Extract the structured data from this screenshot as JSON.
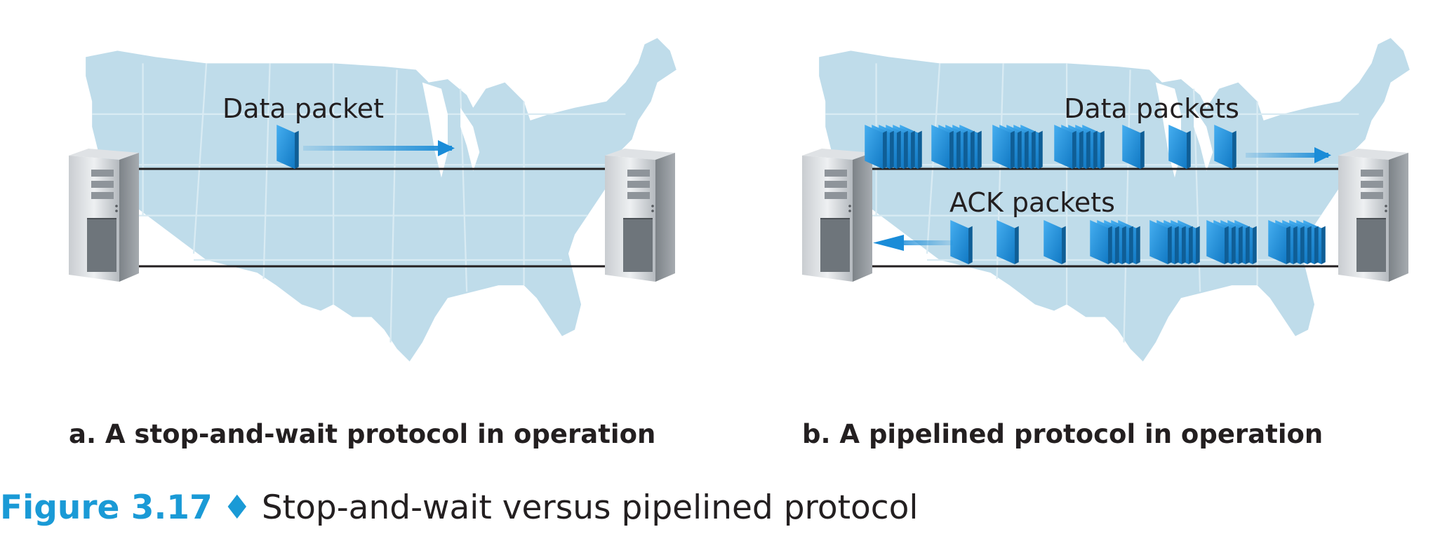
{
  "panel_a": {
    "label": "Data packet",
    "caption": "a. A stop-and-wait protocol in operation"
  },
  "panel_b": {
    "label_top": "Data packets",
    "label_bottom": "ACK packets",
    "caption": "b. A pipelined protocol in operation"
  },
  "figure": {
    "number": "Figure 3.17",
    "separator": "♦",
    "title": "Stop-and-wait versus pipelined protocol"
  },
  "colors": {
    "map": "#bfdcea",
    "map_border": "#d9ebf3",
    "packet": "#1d8fd8",
    "packet_side": "#0f5e96",
    "arrow": "#1a8cd8",
    "line": "#231f20",
    "accent": "#1a9ad6"
  },
  "icons": {
    "server": "server-tower-icon",
    "packet": "packet-icon",
    "arrow": "arrow-icon",
    "map": "us-map-icon"
  }
}
